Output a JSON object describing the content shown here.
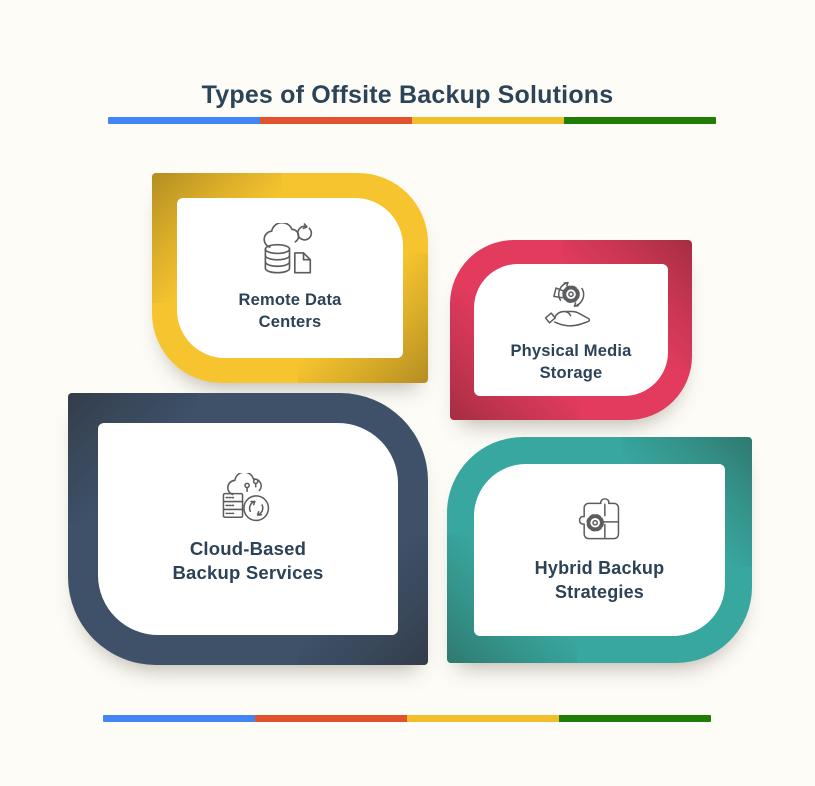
{
  "page": {
    "title": "Types of Offsite Backup Solutions",
    "background": "#fdfcf7",
    "title_color": "#2b4459",
    "label_color": "#2c4257"
  },
  "dividers": {
    "colors": [
      "#4285f4",
      "#e2522d",
      "#f0bf2b",
      "#1f7d05"
    ]
  },
  "cards": [
    {
      "label_line1": "Remote Data",
      "label_line2": "Centers",
      "color": "#f6c42f",
      "icon": "cloud-database-document-sync-icon"
    },
    {
      "label_line1": "Physical Media",
      "label_line2": "Storage",
      "color": "#e23b5e",
      "icon": "hand-gear-sync-icon"
    },
    {
      "label_line1": "Cloud-Based",
      "label_line2": "Backup Services",
      "color": "#3e5169",
      "icon": "server-cloud-sync-icon"
    },
    {
      "label_line1": "Hybrid Backup",
      "label_line2": "Strategies",
      "color": "#38a79f",
      "icon": "puzzle-gear-icon"
    }
  ]
}
